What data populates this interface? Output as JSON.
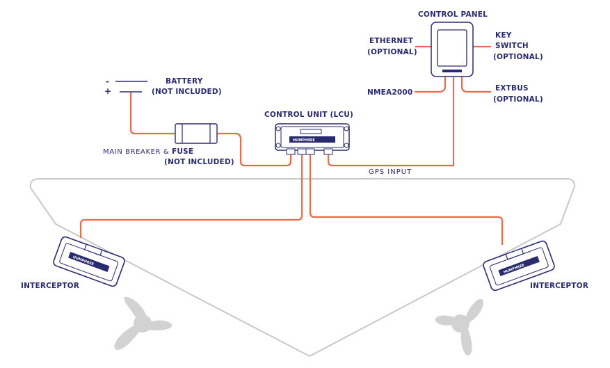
{
  "labels": {
    "control_panel": "CONTROL PANEL",
    "ethernet": "ETHERNET",
    "ethernet_optional": "(OPTIONAL)",
    "key_switch_1": "KEY",
    "key_switch_2": "SWITCH",
    "key_switch_optional": "(OPTIONAL)",
    "nmea2000": "NMEA2000",
    "extbus": "EXTBUS",
    "extbus_optional": "(OPTIONAL)",
    "battery": "BATTERY",
    "battery_not_included": "(NOT INCLUDED)",
    "minus": "-",
    "plus": "+",
    "main_breaker_a": "MAIN BREAKER & ",
    "main_breaker_b": "FUSE",
    "main_breaker_not_included": "(NOT INCLUDED)",
    "control_unit": "CONTROL UNIT (LCU)",
    "gps_input": "GPS INPUT",
    "interceptor_left": "INTERCEPTOR",
    "interceptor_right": "INTERCEPTOR"
  },
  "logo_text": "HUMPHREE",
  "colors": {
    "wire": "#e86a4a",
    "device": "#2a2a6e",
    "hull": "#c8c8c8",
    "propeller": "#d2d2d2",
    "text": "#2a2a6e"
  },
  "icons": {
    "propeller_left": "propeller-icon",
    "propeller_right": "propeller-icon"
  }
}
